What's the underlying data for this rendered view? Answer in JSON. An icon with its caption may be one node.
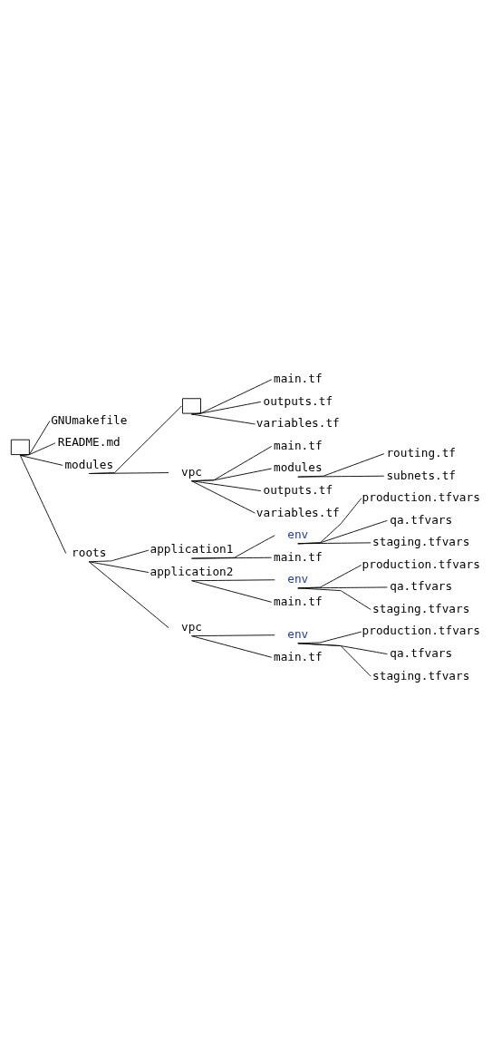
{
  "diagram": {
    "nodes": [
      {
        "text": [],
        "shape": "box"
      },
      {
        "text": [
          "GNUmakefile"
        ]
      },
      {
        "text": [
          "README.md"
        ]
      },
      {
        "text": [
          "modules"
        ]
      },
      {
        "text": [],
        "shape": "box"
      },
      {
        "text": [
          "main.tf"
        ]
      },
      {
        "text": [
          "outputs.tf"
        ]
      },
      {
        "text": [
          "variables.tf"
        ]
      },
      {
        "text": [
          "vpc"
        ]
      },
      {
        "text": [
          "main.tf"
        ]
      },
      {
        "text": [
          "modules"
        ]
      },
      {
        "text": [
          "routing.tf"
        ]
      },
      {
        "text": [
          "subnets.tf"
        ]
      },
      {
        "text": [
          "outputs.tf"
        ]
      },
      {
        "text": [
          "variables.tf"
        ]
      },
      {
        "text": [
          "roots"
        ]
      },
      {
        "text": [
          "application1"
        ]
      },
      {
        "text": [
          "env"
        ]
      },
      {
        "text": [
          "production.tfvars"
        ]
      },
      {
        "text": [
          "qa.tfvars"
        ]
      },
      {
        "text": [
          "staging.tfvars"
        ]
      },
      {
        "text": [
          "main.tf"
        ]
      },
      {
        "text": [
          "application2"
        ]
      },
      {
        "text": [
          "env"
        ]
      },
      {
        "text": [
          "production.tfvars"
        ]
      },
      {
        "text": [
          "qa.tfvars"
        ]
      },
      {
        "text": [
          "staging.tfvars"
        ]
      },
      {
        "text": [
          "main.tf"
        ]
      },
      {
        "text": [
          "vpc"
        ]
      },
      {
        "text": [
          "env"
        ]
      },
      {
        "text": [
          "production.tfvars"
        ]
      },
      {
        "text": [
          "qa.tfvars"
        ]
      },
      {
        "text": [
          "staging.tfvars"
        ]
      },
      {
        "text": [
          "main.tf"
        ]
      }
    ],
    "edges": [
      {
        "from": 0,
        "to": 1,
        "arrow": "none"
      },
      {
        "from": 0,
        "to": 2,
        "arrow": "none"
      },
      {
        "from": 0,
        "to": 3,
        "arrow": "none"
      },
      {
        "from": 3,
        "to": 4,
        "arrow": "none"
      },
      {
        "from": 4,
        "to": 5,
        "arrow": "none"
      },
      {
        "from": 4,
        "to": 6,
        "arrow": "none"
      },
      {
        "from": 4,
        "to": 7,
        "arrow": "none"
      },
      {
        "from": 3,
        "to": 8,
        "arrow": "none"
      },
      {
        "from": 8,
        "to": 9,
        "arrow": "none"
      },
      {
        "from": 8,
        "to": 10,
        "arrow": "none"
      },
      {
        "from": 10,
        "to": 11,
        "arrow": "none"
      },
      {
        "from": 10,
        "to": 12,
        "arrow": "none"
      },
      {
        "from": 8,
        "to": 13,
        "arrow": "none"
      },
      {
        "from": 8,
        "to": 14,
        "arrow": "none"
      },
      {
        "from": 0,
        "to": 15,
        "arrow": "none"
      },
      {
        "from": 15,
        "to": 16,
        "arrow": "none"
      },
      {
        "from": 16,
        "to": 17,
        "arrow": "none"
      },
      {
        "from": 17,
        "to": 18,
        "arrow": "none"
      },
      {
        "from": 17,
        "to": 19,
        "arrow": "none"
      },
      {
        "from": 17,
        "to": 20,
        "arrow": "none"
      },
      {
        "from": 16,
        "to": 21,
        "arrow": "none"
      },
      {
        "from": 15,
        "to": 22,
        "arrow": "none"
      },
      {
        "from": 22,
        "to": 23,
        "arrow": "none"
      },
      {
        "from": 23,
        "to": 24,
        "arrow": "none"
      },
      {
        "from": 23,
        "to": 25,
        "arrow": "none"
      },
      {
        "from": 23,
        "to": 26,
        "arrow": "none"
      },
      {
        "from": 22,
        "to": 27,
        "arrow": "none"
      },
      {
        "from": 15,
        "to": 28,
        "arrow": "none"
      },
      {
        "from": 28,
        "to": 29,
        "arrow": "none"
      },
      {
        "from": 29,
        "to": 30,
        "arrow": "none"
      },
      {
        "from": 29,
        "to": 31,
        "arrow": "none"
      },
      {
        "from": 29,
        "to": 32,
        "arrow": "none"
      },
      {
        "from": 28,
        "to": 33,
        "arrow": "none"
      }
    ]
  }
}
